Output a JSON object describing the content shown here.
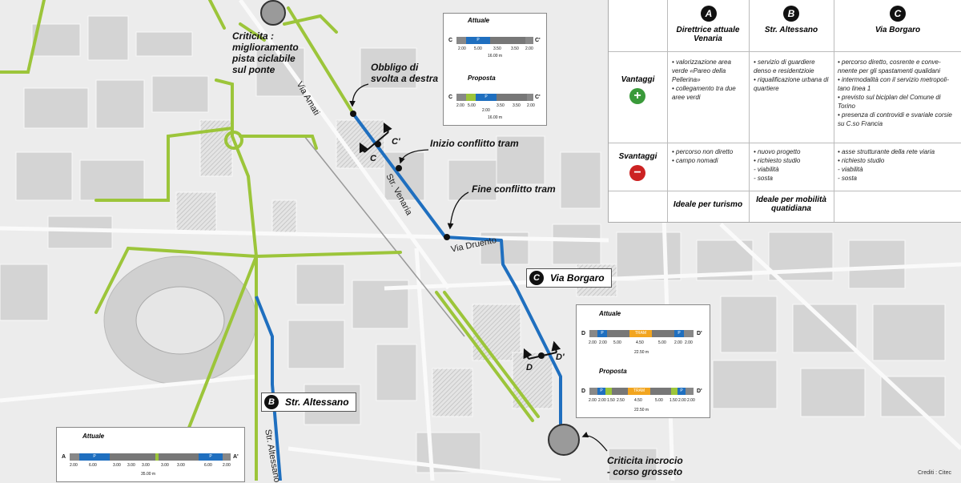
{
  "annotations": {
    "criticita_ponte": "Criticita :\nmiglioramento\npista ciclabile\nsul ponte",
    "obbligo": "Obbligo di\nsvolta a destra",
    "inizio_tram": "Inizio conflitto tram",
    "fine_tram": "Fine conflitto tram",
    "criticita_incrocio": "Criticita incrocio\n- corso grosseto"
  },
  "streets": {
    "via_amati": "Via Amati",
    "str_venaria": "Str. Venaria",
    "via_druento": "Via Druento",
    "str_altessano": "Str. Altessano"
  },
  "section_marks": {
    "c": "C",
    "c_prime": "C'",
    "d": "D",
    "d_prime": "D'"
  },
  "route_badges": [
    {
      "letter": "C",
      "label": "Via Borgaro"
    },
    {
      "letter": "B",
      "label": "Str. Altessano"
    }
  ],
  "section_boxes": {
    "c": {
      "attuale_title": "Attuale",
      "proposta_title": "Proposta",
      "start": "C",
      "end": "C'",
      "attuale_measures": [
        "2.00",
        "5.00",
        "3.50",
        "3.50",
        "2.00"
      ],
      "attuale_total": "16.00 m",
      "proposta_measures": [
        "2.00",
        "5.00",
        "2.00",
        "3.50",
        "3.50",
        "2.00"
      ],
      "proposta_total": "16.00 m"
    },
    "d": {
      "attuale_title": "Attuale",
      "proposta_title": "Proposta",
      "start": "D",
      "end": "D'",
      "attuale_measures": [
        "2.00",
        "2.00",
        "5.00",
        "4.50",
        "5.00",
        "2.00",
        "2.00"
      ],
      "attuale_total": "22.50 m",
      "proposta_measures": [
        "2.00",
        "2.00",
        "1.50",
        "2.50",
        "4.50",
        "5.00",
        "1.50",
        "2.00",
        "2.00"
      ],
      "proposta_total": "22.50 m",
      "tram_label": "TRAM"
    },
    "a": {
      "attuale_title": "Attuale",
      "start": "A",
      "end": "A'",
      "measures": [
        "2.00",
        "6.00",
        "3.00",
        "3.00",
        "3.00",
        "3.00",
        "3.00",
        "6.00",
        "2.00"
      ],
      "total": "35.00 m"
    }
  },
  "comparison_table": {
    "columns": [
      {
        "letter": "A",
        "title": "Direttrice attuale\nVenaria"
      },
      {
        "letter": "B",
        "title": "Str. Altessano"
      },
      {
        "letter": "C",
        "title": "Via Borgaro"
      }
    ],
    "rows": [
      {
        "label": "Vantaggi",
        "cells": [
          [
            "• valorizzazione area verde «Pareo della Pellerina»",
            "• collegamento tra due aree verdi"
          ],
          [
            "• servizio di guardiere denso e residentzioie",
            "• riqualificazione urbana di quartiere"
          ],
          [
            "• percorso diretto, cosrente e conve-nnente per gli spastamenti qualidani",
            "• intermodalità con il servizio metropoli-tano linea 1",
            "• previsto sul biciplan del Comune di Torino",
            "• presenza di controvidi e svariale corsie su C.so Francia"
          ]
        ]
      },
      {
        "label": "Svantaggi",
        "cells": [
          [
            "• percorso non diretto",
            "• campo nomadi"
          ],
          [
            "• nuovo progetto",
            "• richiesto studio",
            " - viabilità",
            " - sosta"
          ],
          [
            "• asse strutturante della rete viaria",
            "• richiesto studio",
            " - viabilità",
            " - sosta"
          ]
        ]
      }
    ],
    "footer": [
      "Ideale per turismo",
      "Ideale per mobilità\nquatidiana",
      ""
    ]
  },
  "credit": "Crediti : Citec",
  "colors": {
    "blue_route": "#1f6fbf",
    "green_path": "#9cc53a",
    "block": "#d6d6d6",
    "road": "#fafafa"
  }
}
